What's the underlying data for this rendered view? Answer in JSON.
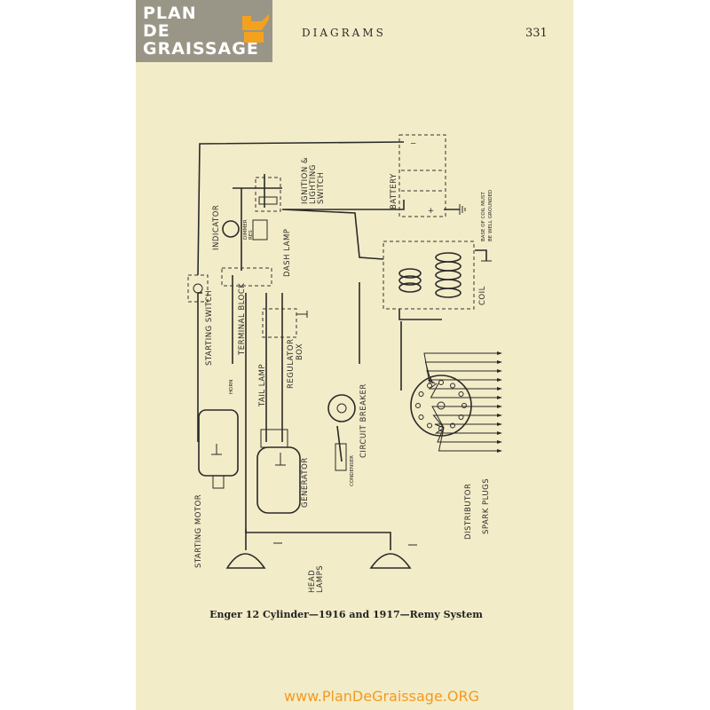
{
  "logo": {
    "line1": "PLAN",
    "line2": "DE",
    "line3": "GRAISSAGE"
  },
  "header": {
    "title": "DIAGRAMS",
    "page_number": "331"
  },
  "caption": "Enger 12 Cylinder—1916 and 1917—Remy System",
  "watermark": "www.PlanDeGraissage.ORG",
  "labels": {
    "battery": "BATTERY",
    "ignition_switch_1": "IGNITION &",
    "ignition_switch_2": "LIGHTING",
    "ignition_switch_3": "SWITCH",
    "indicator": "INDICATOR",
    "dimmer_1": "DIMMER",
    "dimmer_2": "RES",
    "dash_lamp": "DASH LAMP",
    "terminal_block": "TERMINAL BLOCK",
    "starting_switch": "STARTING SWITCH",
    "horn": "HORN",
    "tail_lamp": "TAIL LAMP",
    "regulator_box_1": "REGULATOR",
    "regulator_box_2": "BOX",
    "circuit_breaker": "CIRCUIT BREAKER",
    "condenser": "CONDENSER",
    "coil": "COIL",
    "coil_note_1": "BASE OF COIL MUST",
    "coil_note_2": "BE WELL GROUNDED",
    "generator": "GENERATOR",
    "starting_motor": "STARTING MOTOR",
    "head_lamps_1": "HEAD",
    "head_lamps_2": "LAMPS",
    "distributor": "DISTRIBUTOR",
    "spark_plugs": "SPARK PLUGS",
    "battery_minus": "−",
    "battery_plus": "+"
  }
}
